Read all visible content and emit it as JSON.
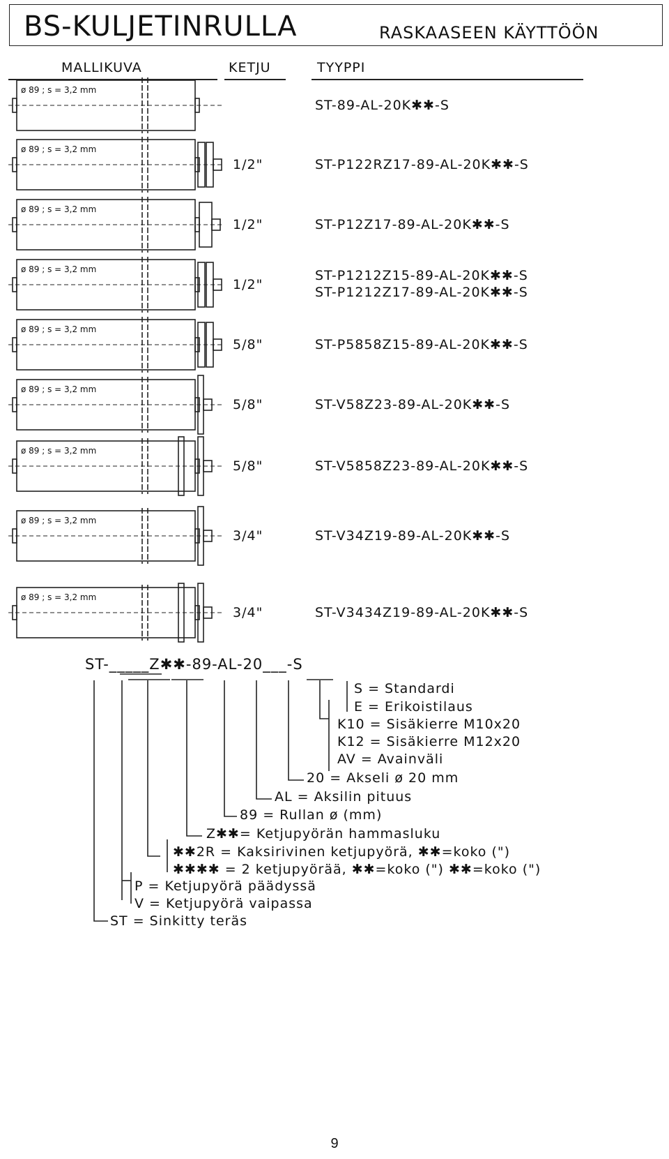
{
  "header": {
    "title": "BS-KULJETINRULLA",
    "subtitle": "RASKAASEEN KÄYTTÖÖN"
  },
  "columns": {
    "picture": "MALLIKUVA",
    "chain": "KETJU",
    "type": "TYYPPI"
  },
  "roller_label": "ø 89 ;  s = 3,2 mm",
  "rows": [
    {
      "chain": "",
      "types": [
        "ST-89-AL-20K✱✱-S"
      ]
    },
    {
      "chain": "1/2\"",
      "types": [
        "ST-P122RZ17-89-AL-20K✱✱-S"
      ]
    },
    {
      "chain": "1/2\"",
      "types": [
        "ST-P12Z17-89-AL-20K✱✱-S"
      ]
    },
    {
      "chain": "1/2\"",
      "types": [
        "ST-P1212Z15-89-AL-20K✱✱-S",
        "ST-P1212Z17-89-AL-20K✱✱-S"
      ]
    },
    {
      "chain": "5/8\"",
      "types": [
        "ST-P5858Z15-89-AL-20K✱✱-S"
      ]
    },
    {
      "chain": "5/8\"",
      "types": [
        "ST-V58Z23-89-AL-20K✱✱-S"
      ]
    },
    {
      "chain": "5/8\"",
      "types": [
        "ST-V5858Z23-89-AL-20K✱✱-S"
      ]
    },
    {
      "chain": "3/4\"",
      "types": [
        "ST-V34Z19-89-AL-20K✱✱-S"
      ]
    },
    {
      "chain": "3/4\"",
      "types": [
        "ST-V3434Z19-89-AL-20K✱✱-S"
      ]
    }
  ],
  "code": "ST-_____Z✱✱-89-AL-20___-S",
  "legend": {
    "s": "S = Standardi",
    "e": "E = Erikoistilaus",
    "k10": "K10 = Sisäkierre M10x20",
    "k12": "K12 = Sisäkierre M12x20",
    "av": "AV = Avainväli",
    "axle": "20 = Akseli ø 20 mm",
    "al": "AL = Aksilin pituus",
    "diam": "89 = Rullan ø (mm)",
    "teeth": "Z✱✱= Ketjupyörän hammasluku",
    "double": "✱✱2R = Kaksirivinen ketjupyörä, ✱✱=koko (\")",
    "two": "✱✱✱✱ = 2 ketjupyörää, ✱✱=koko (\") ✱✱=koko (\")",
    "p": "P = Ketjupyörä päädyssä",
    "v": "V = Ketjupyörä vaipassa",
    "st": "ST = Sinkitty teräs"
  },
  "page_number": "9"
}
